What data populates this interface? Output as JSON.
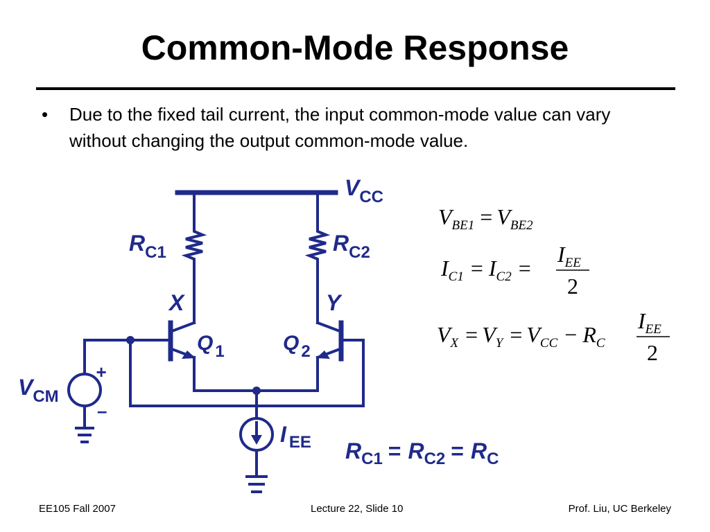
{
  "slide": {
    "title": "Common-Mode Response",
    "bullet": "Due to the fixed tail current, the input common-mode value can vary without changing the output common-mode value."
  },
  "circuit": {
    "supply": {
      "main": "V",
      "sub": "CC"
    },
    "rc1": {
      "main": "R",
      "sub": "C1"
    },
    "rc2": {
      "main": "R",
      "sub": "C2"
    },
    "node_x": "X",
    "node_y": "Y",
    "q1": {
      "main": "Q",
      "sub": "1"
    },
    "q2": {
      "main": "Q",
      "sub": "2"
    },
    "source": {
      "main": "V",
      "sub": "CM"
    },
    "plus": "+",
    "minus": "–",
    "tail": {
      "main": "I",
      "sub": "EE"
    },
    "relation": {
      "lhs": {
        "main": "R",
        "sub": "C1"
      },
      "eq1": "=",
      "mid": {
        "main": "R",
        "sub": "C2"
      },
      "eq2": "=",
      "rhs": {
        "main": "R",
        "sub": "C"
      }
    },
    "wire_color": "#1f2a8a"
  },
  "equations": {
    "eq1": {
      "a": "V",
      "a_sub": "BE1",
      "op": "=",
      "b": "V",
      "b_sub": "BE2"
    },
    "eq2": {
      "a": "I",
      "a_sub": "C1",
      "op1": "=",
      "b": "I",
      "b_sub": "C2",
      "op2": "=",
      "num": "I",
      "num_sub": "EE",
      "den": "2"
    },
    "eq3": {
      "a": "V",
      "a_sub": "X",
      "op1": "=",
      "b": "V",
      "b_sub": "Y",
      "op2": "=",
      "c": "V",
      "c_sub": "CC",
      "op3": "−",
      "d": "R",
      "d_sub": "C",
      "num": "I",
      "num_sub": "EE",
      "den": "2"
    }
  },
  "footer": {
    "left": "EE105 Fall 2007",
    "center": "Lecture 22, Slide 10",
    "right": "Prof. Liu, UC Berkeley"
  }
}
